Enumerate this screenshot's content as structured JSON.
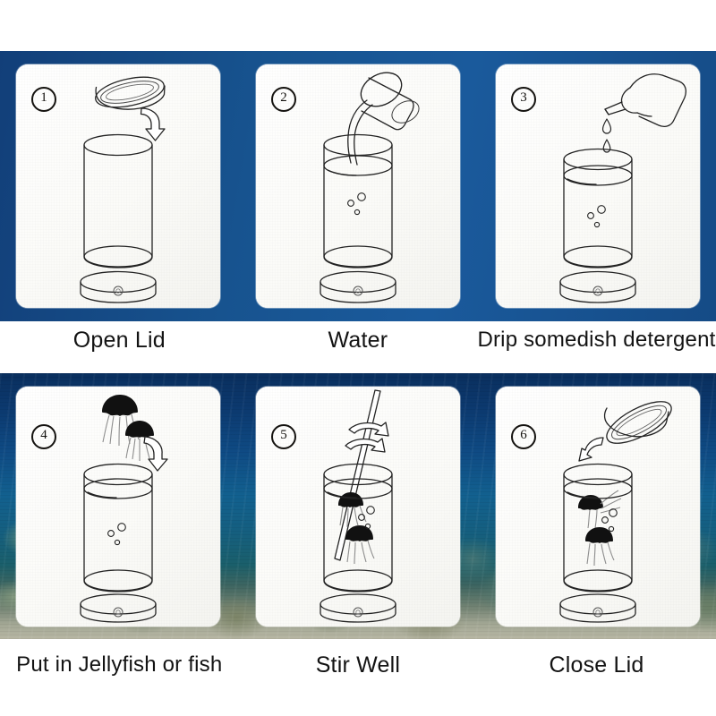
{
  "page": {
    "title": "Jellyfish lamp setup instructions",
    "background_color": "#ffffff",
    "band_blue": "#17538f",
    "card_background": "#fcfcfa",
    "ink_color": "#141414"
  },
  "rows": [
    {
      "id": "row-1",
      "background": "solid-blue",
      "background_color": "#17538f",
      "steps": [
        {
          "number": "①",
          "number_plain": "1",
          "caption": "Open Lid",
          "art": "lid-removed-from-empty-cylinder",
          "elements": [
            "lid",
            "curved-arrow",
            "empty-cylinder",
            "base-ring",
            "power-button"
          ]
        },
        {
          "number": "②",
          "number_plain": "2",
          "caption": "Water",
          "art": "cup-pouring-water-into-cylinder",
          "elements": [
            "tilted-cup",
            "water-stream",
            "water-line",
            "bubbles",
            "cylinder",
            "base-ring",
            "power-button"
          ]
        },
        {
          "number": "③",
          "number_plain": "3",
          "caption": "Drip somedish detergent",
          "art": "detergent-bottle-dripping-into-cylinder",
          "elements": [
            "detergent-bottle",
            "nozzle",
            "droplets",
            "water-line",
            "bubbles",
            "cylinder",
            "base-ring",
            "power-button"
          ]
        }
      ]
    },
    {
      "id": "row-2",
      "background": "underwater-coral-reef-photo",
      "background_color": "#0d3b6b",
      "steps": [
        {
          "number": "④",
          "number_plain": "4",
          "caption": "Put in Jellyfish or fish",
          "art": "two-jellyfish-dropped-into-cylinder",
          "elements": [
            "jellyfish",
            "jellyfish",
            "curved-arrow",
            "water-line",
            "bubbles",
            "cylinder",
            "base-ring",
            "power-button"
          ]
        },
        {
          "number": "⑤",
          "number_plain": "5",
          "caption": "Stir Well",
          "art": "stick-stirring-cylinder-with-jellyfish",
          "elements": [
            "stir-stick",
            "rotation-arrows",
            "jellyfish",
            "jellyfish",
            "bubbles",
            "water-line",
            "cylinder",
            "base-ring",
            "power-button"
          ]
        },
        {
          "number": "⑥",
          "number_plain": "6",
          "caption": "Close Lid",
          "art": "lid-returning-onto-cylinder-with-jellyfish",
          "elements": [
            "lid",
            "curved-arrow",
            "jellyfish",
            "jellyfish",
            "bubbles",
            "water-line",
            "cylinder",
            "base-ring",
            "power-button"
          ]
        }
      ]
    }
  ]
}
